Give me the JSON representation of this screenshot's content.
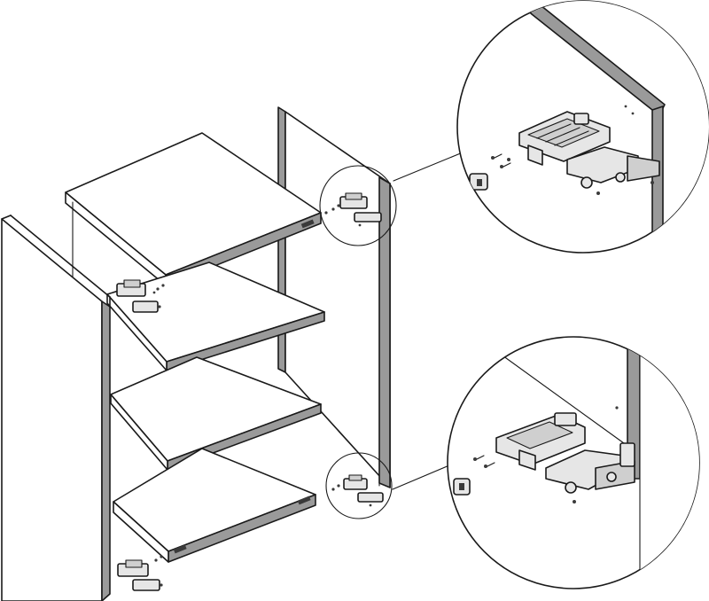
{
  "diagram": {
    "type": "assembly-instruction",
    "subject": "cabinet-carcass-with-shelves-and-door-hinges",
    "callouts": [
      "upper-hinge-detail",
      "lower-hinge-detail"
    ],
    "colors": {
      "line": "#1a1a1a",
      "panel": "#ffffff",
      "panel-edge": "#9a9a9a",
      "hardware": "#e6e6e6"
    }
  }
}
